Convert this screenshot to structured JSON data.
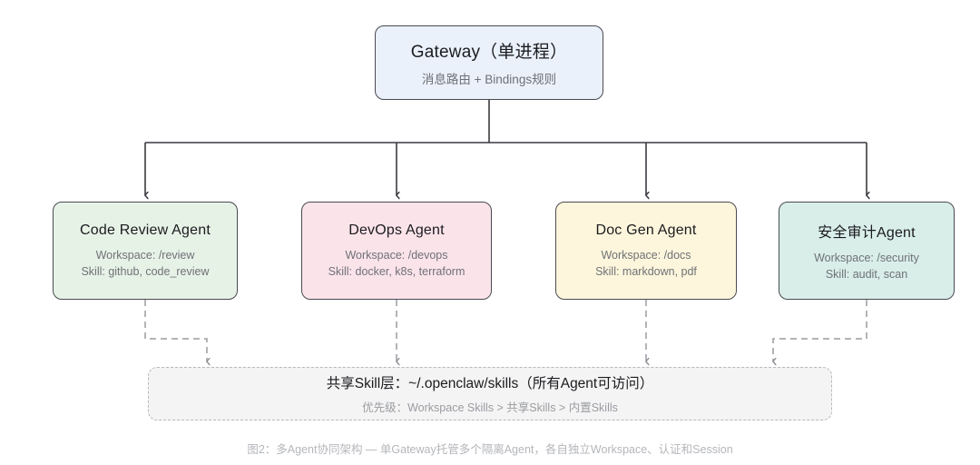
{
  "diagram": {
    "gateway": {
      "title": "Gateway（单进程）",
      "subtitle": "消息路由 + Bindings规则",
      "fill": "#eaf1fb",
      "stroke": "#4a4a52"
    },
    "agents": [
      {
        "title": "Code Review Agent",
        "workspace": "Workspace: /review",
        "skills": "Skill: github, code_review",
        "fill": "#e7f2e7"
      },
      {
        "title": "DevOps Agent",
        "workspace": "Workspace: /devops",
        "skills": "Skill: docker, k8s, terraform",
        "fill": "#fbe3ea"
      },
      {
        "title": "Doc Gen Agent",
        "workspace": "Workspace: /docs",
        "skills": "Skill: markdown, pdf",
        "fill": "#fdf6dc"
      },
      {
        "title": "安全审计Agent",
        "workspace": "Workspace: /security",
        "skills": "Skill: audit, scan",
        "fill": "#d9eee9"
      }
    ],
    "shared_layer": {
      "title": "共享Skill层：~/.openclaw/skills（所有Agent可访问）",
      "subtitle": "优先级：Workspace Skills > 共享Skills > 内置Skills",
      "fill": "#f4f4f4",
      "stroke": "#b9b9bd"
    },
    "caption": "图2：多Agent协同架构 — 单Gateway托管多个隔离Agent，各自独立Workspace、认证和Session",
    "connector_color": "#3a3a40",
    "dashed_connector_color": "#9a9ca1"
  }
}
